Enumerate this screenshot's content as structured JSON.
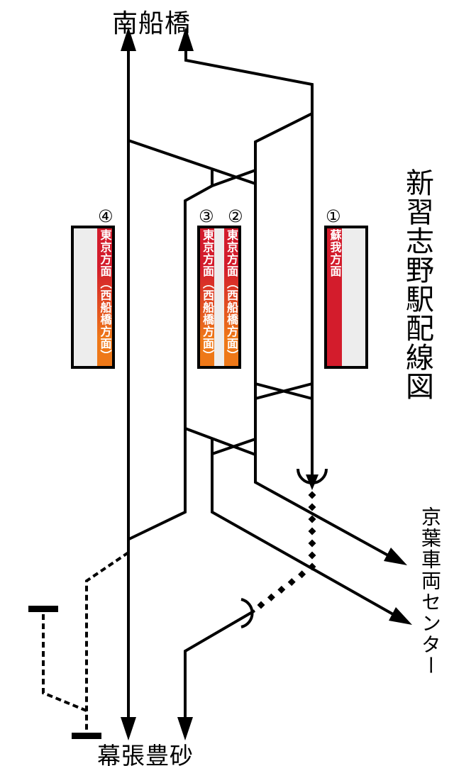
{
  "title": "新習志野駅配線図",
  "stations": {
    "top": "南船橋",
    "bottom": "幕張豊砂",
    "depot": "京葉車両センター"
  },
  "platforms": [
    {
      "number": "④",
      "label": "東京方面（西船橋方面）"
    },
    {
      "number": "③",
      "label": "東京方面（西船橋方面）"
    },
    {
      "number": "②",
      "label": "東京方面（西船橋方面）"
    },
    {
      "number": "①",
      "label": "蘇我方面"
    }
  ],
  "colors": {
    "red": "#d31c2c",
    "orange": "#ee7818",
    "platform_gray": "#ededed",
    "line": "#000000"
  }
}
